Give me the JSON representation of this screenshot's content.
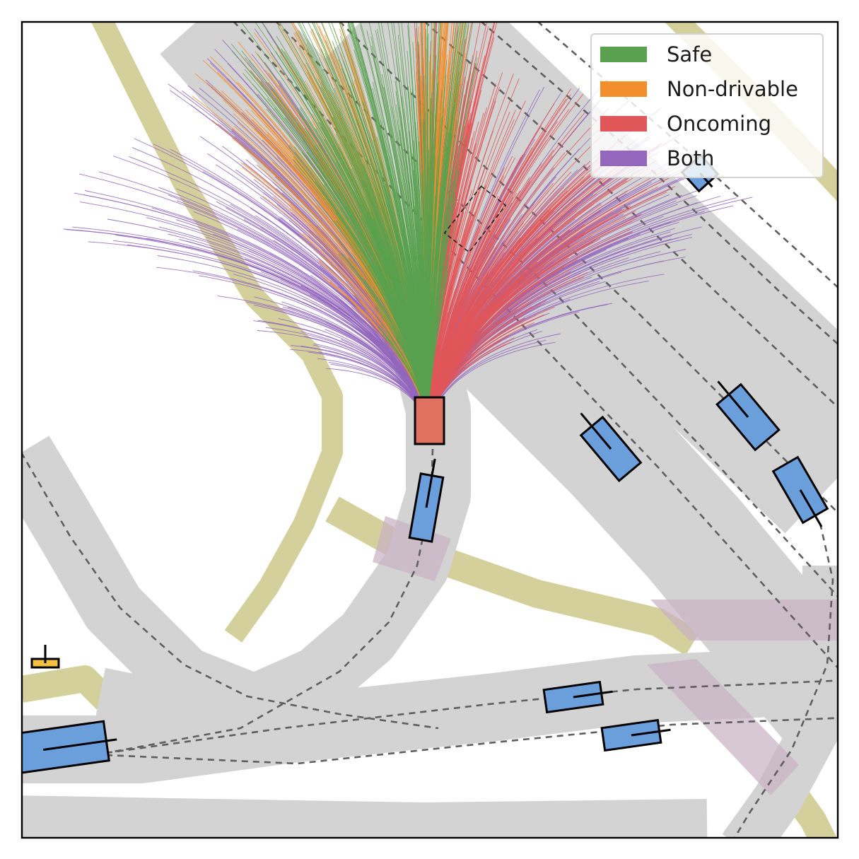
{
  "legend": {
    "items": [
      {
        "key": "safe",
        "label": "Safe",
        "color": "#59a14f"
      },
      {
        "key": "nondrivable",
        "label": "Non-drivable",
        "color": "#f28e2b"
      },
      {
        "key": "oncoming",
        "label": "Oncoming",
        "color": "#e15759"
      },
      {
        "key": "both",
        "label": "Both",
        "color": "#9467bd"
      }
    ]
  },
  "colors": {
    "road": "#d3d3d3",
    "sidewalk": "#d4d09b",
    "crosswalk": "#c9b1c4",
    "lane_line": "#5f5f5f",
    "ego_vehicle": "#e07060",
    "other_vehicle": "#6a9fdc",
    "cyclist": "#f2c13e"
  }
}
